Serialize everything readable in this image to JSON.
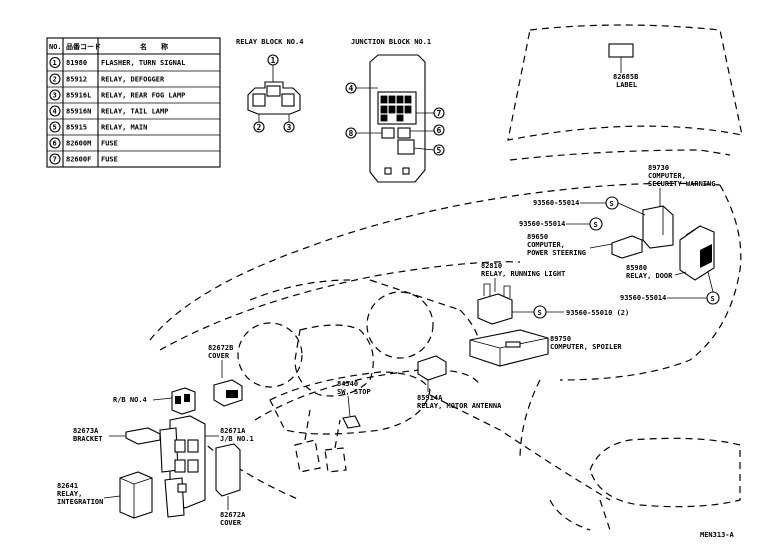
{
  "table": {
    "headers": {
      "no": "NO.",
      "code": "品番コード",
      "name": "名　　称"
    },
    "rows": [
      {
        "no": "1",
        "code": "81980",
        "name": "FLASHER, TURN SIGNAL"
      },
      {
        "no": "2",
        "code": "85912",
        "name": "RELAY, DEFOGGER"
      },
      {
        "no": "3",
        "code": "85916L",
        "name": "RELAY, REAR FOG LAMP"
      },
      {
        "no": "4",
        "code": "85916N",
        "name": "RELAY, TAIL LAMP"
      },
      {
        "no": "5",
        "code": "85915",
        "name": "RELAY, MAIN"
      },
      {
        "no": "6",
        "code": "82600M",
        "name": "FUSE"
      },
      {
        "no": "7",
        "code": "82600F",
        "name": "FUSE"
      }
    ]
  },
  "headings": {
    "relay_block": "RELAY BLOCK NO.4",
    "junction_block": "JUNCTION BLOCK NO.1"
  },
  "callouts": {
    "relay_block": [
      "1",
      "2",
      "3"
    ],
    "junction_block": [
      "4",
      "7",
      "6",
      "8",
      "5"
    ]
  },
  "labels": {
    "label_code": "82685B",
    "label_name": "LABEL",
    "sec_code": "89730",
    "sec_l1": "COMPUTER,",
    "sec_l2": "SECURITY WARNING",
    "bolt1": "93560-55014",
    "bolt2": "93560-55014",
    "ps_code": "89650",
    "ps_l1": "COMPUTER,",
    "ps_l2": "POWER STEERING",
    "rl_code": "82810",
    "rl_name": "RELAY, RUNNING LIGHT",
    "door_code": "85980",
    "door_name": "RELAY, DOOR",
    "bolt3": "93560-55014",
    "bolt4": "93560-55010 (2)",
    "spoiler_code": "89750",
    "spoiler_name": "COMPUTER, SPOILER",
    "cover_code": "82672B",
    "cover_name": "COVER",
    "rb_name": "R/B NO.4",
    "stop_code": "84340",
    "stop_name": "SW, STOP",
    "ant_code": "85914A",
    "ant_name": "RELAY, MOTOR ANTENNA",
    "bracket_code": "82673A",
    "bracket_name": "BRACKET",
    "jb_code": "82671A",
    "jb_name": "J/B NO.1",
    "relint_code": "82641",
    "relint_l1": "RELAY,",
    "relint_l2": "INTEGRATION",
    "cover2_code": "82672A",
    "cover2_name": "COVER",
    "figure_code": "MEN313-A"
  },
  "screw_symbol": "S"
}
